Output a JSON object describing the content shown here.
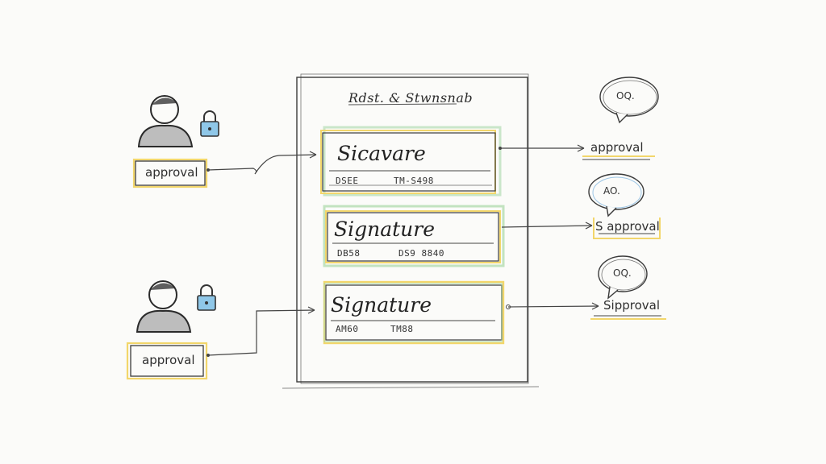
{
  "document": {
    "title": "Rdst. & Stwnsnab",
    "blocks": [
      {
        "signature": "Sicavare",
        "meta_left": "DSEE",
        "meta_right": "TM-S498"
      },
      {
        "signature": "Signature",
        "meta_left": "DB58",
        "meta_right": "DS9 8840"
      },
      {
        "signature": "Signature",
        "meta_left": "AM60",
        "meta_right": "TM88"
      }
    ]
  },
  "left_signers": [
    {
      "label": "approval",
      "icon": "person-icon",
      "lock_icon": "lock-icon"
    },
    {
      "label": "approval",
      "icon": "person-icon",
      "lock_icon": "lock-icon"
    }
  ],
  "right_approvals": [
    {
      "bubble": "OQ.",
      "label": "approval"
    },
    {
      "bubble": "AO.",
      "label": "S approval"
    },
    {
      "bubble": "OQ.",
      "label": "Sipproval"
    }
  ],
  "colors": {
    "ink": "#3a3a3a",
    "highlight_yellow": "#f2d66b",
    "highlight_green": "#a9d8a8",
    "highlight_blue": "#9cc6e6",
    "lock_blue": "#8fc7e8"
  }
}
